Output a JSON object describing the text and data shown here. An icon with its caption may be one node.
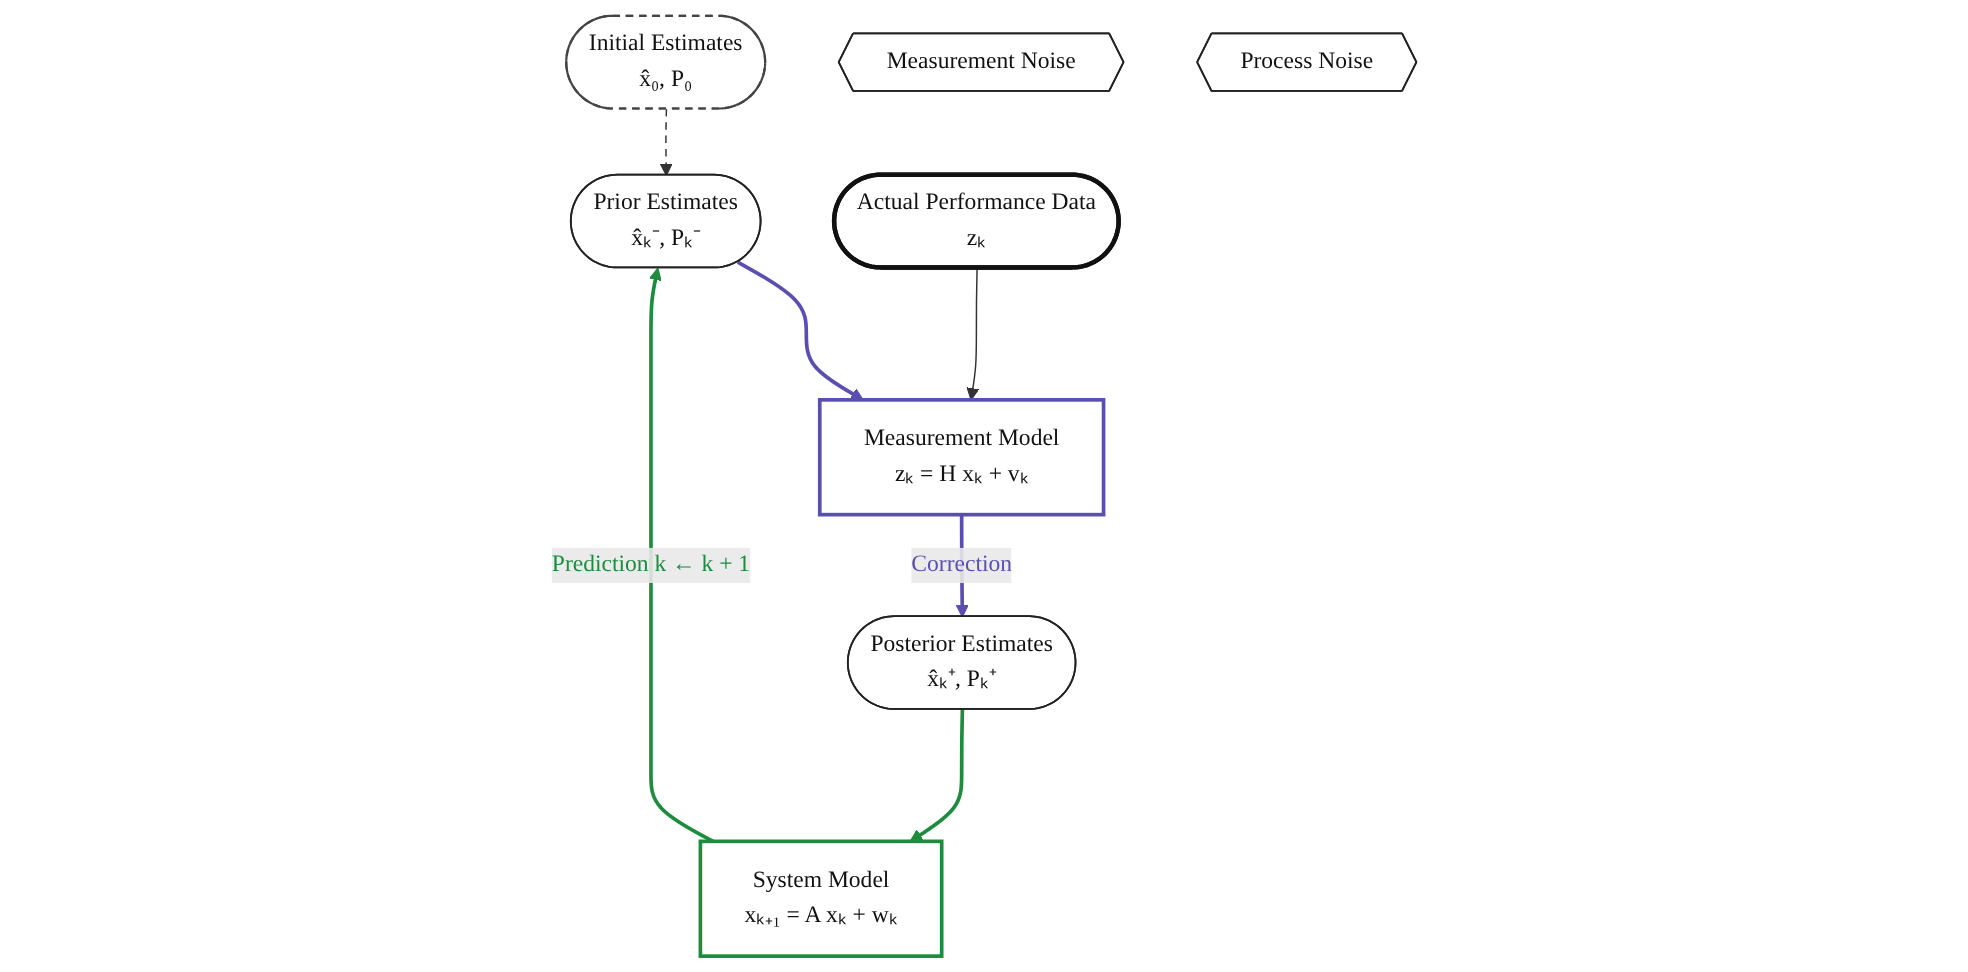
{
  "diagram": {
    "nodes": [
      {
        "text": [
          "Initial Estimates",
          "x̂₀, P₀"
        ]
      },
      {
        "text": [
          "Prior Estimates",
          "x̂ₖ⁻, Pₖ⁻"
        ]
      },
      {
        "text": [
          "Measurement Noise"
        ]
      },
      {
        "text": [
          "Measurement Model",
          "zₖ = H xₖ + vₖ"
        ]
      },
      {
        "text": [
          "System Model",
          "xₖ₊₁ = A xₖ + wₖ"
        ]
      },
      {
        "text": [
          "Process Noise"
        ]
      },
      {
        "text": [
          "Actual Performance Data",
          "zₖ"
        ]
      },
      {
        "text": [
          "Posterior Estimates",
          "x̂ₖ⁺, Pₖ⁺"
        ]
      }
    ],
    "edges": [
      {
        "from": 0,
        "to": 1,
        "arrow": "to",
        "style": "dashed"
      },
      {
        "from": 1,
        "to": 3,
        "arrow": "to",
        "color": "#5a4fb0"
      },
      {
        "from": 3,
        "to": 7,
        "arrow": "to",
        "label": "Correction",
        "color": "#5a4fb0"
      },
      {
        "from": 7,
        "to": 4,
        "arrow": "to",
        "color": "#1e8c3e"
      },
      {
        "from": 4,
        "to": 1,
        "arrow": "to",
        "label": "Prediction k ← k + 1",
        "color": "#1e8c3e"
      },
      {
        "from": 6,
        "to": 3,
        "arrow": "to"
      }
    ]
  }
}
